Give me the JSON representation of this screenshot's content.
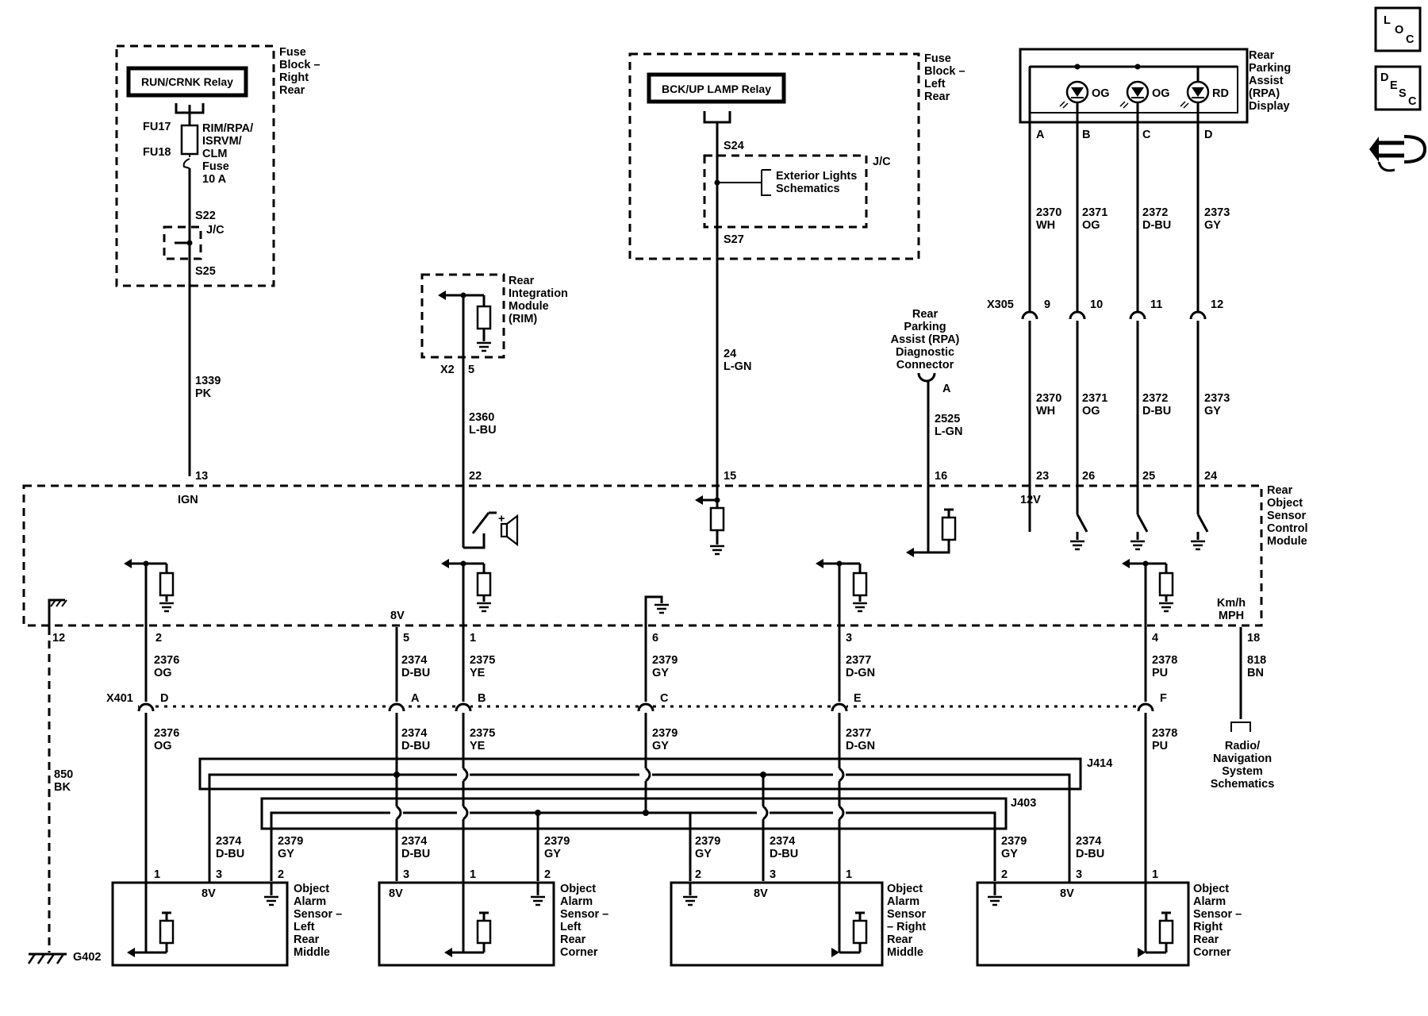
{
  "relays": {
    "run_crnk": "RUN/CRNK Relay",
    "bck_up": "BCK/UP LAMP Relay"
  },
  "fuse_block_right": [
    "Fuse",
    "Block –",
    "Right",
    "Rear"
  ],
  "fuse_block_left": [
    "Fuse",
    "Block –",
    "Left",
    "Rear"
  ],
  "fuse": {
    "fu17": "FU17",
    "fu18": "FU18",
    "desc": [
      "RIM/RPA/",
      "ISRVM/",
      "CLM",
      "Fuse",
      "10 A"
    ]
  },
  "splices": {
    "s22": "S22",
    "s25": "S25",
    "s24": "S24",
    "s27": "S27",
    "jc": "J/C"
  },
  "exterior_lights": [
    "Exterior Lights",
    "Schematics"
  ],
  "rim": {
    "label": [
      "Rear",
      "Integration",
      "Module",
      "(RIM)"
    ],
    "connector": "X2",
    "pin": "5"
  },
  "rpa_display": {
    "label": [
      "Rear",
      "Parking",
      "Assist",
      "(RPA)",
      "Display"
    ],
    "leds": [
      "OG",
      "OG",
      "RD"
    ],
    "pins": [
      "A",
      "B",
      "C",
      "D"
    ]
  },
  "diag_connector": {
    "label": [
      "Rear",
      "Parking",
      "Assist (RPA)",
      "Diagnostic",
      "Connector"
    ],
    "pin": "A"
  },
  "x305": {
    "name": "X305",
    "pins": [
      "9",
      "10",
      "11",
      "12"
    ]
  },
  "wires": {
    "w1339": [
      "1339",
      "PK"
    ],
    "w2360": [
      "2360",
      "L-BU"
    ],
    "w24": [
      "24",
      "L-GN"
    ],
    "w2525": [
      "2525",
      "L-GN"
    ],
    "w2370": [
      "2370",
      "WH"
    ],
    "w2371": [
      "2371",
      "OG"
    ],
    "w2372": [
      "2372",
      "D-BU"
    ],
    "w2373": [
      "2373",
      "GY"
    ],
    "w2376": [
      "2376",
      "OG"
    ],
    "w2374": [
      "2374",
      "D-BU"
    ],
    "w2375": [
      "2375",
      "YE"
    ],
    "w2379": [
      "2379",
      "GY"
    ],
    "w2377": [
      "2377",
      "D-GN"
    ],
    "w2378": [
      "2378",
      "PU"
    ],
    "w818": [
      "818",
      "BN"
    ],
    "w850": [
      "850",
      "BK"
    ]
  },
  "module": {
    "label": [
      "Rear",
      "Object",
      "Sensor",
      "Control",
      "Module"
    ],
    "top_pins": [
      "13",
      "22",
      "15",
      "16",
      "23",
      "26",
      "25",
      "24"
    ],
    "ign": "IGN",
    "v12": "12V",
    "bottom_pins": [
      "12",
      "2",
      "5",
      "1",
      "6",
      "3",
      "4",
      "18"
    ],
    "v8": "8V",
    "speed": [
      "Km/h",
      "MPH"
    ]
  },
  "x401": {
    "name": "X401",
    "pins": [
      "D",
      "A",
      "B",
      "C",
      "E",
      "F"
    ]
  },
  "radio": [
    "Radio/",
    "Navigation",
    "System",
    "Schematics"
  ],
  "splice_packs": {
    "j414": "J414",
    "j403": "J403"
  },
  "ground": "G402",
  "sensors": {
    "v8": "8V",
    "pin1": "1",
    "pin2": "2",
    "pin3": "3",
    "left_middle": [
      "Object",
      "Alarm",
      "Sensor –",
      "Left",
      "Rear",
      "Middle"
    ],
    "left_corner": [
      "Object",
      "Alarm",
      "Sensor –",
      "Left",
      "Rear",
      "Corner"
    ],
    "right_middle": [
      "Object",
      "Alarm",
      "Sensor",
      "– Right",
      "Rear",
      "Middle"
    ],
    "right_corner": [
      "Object",
      "Alarm",
      "Sensor –",
      "Right",
      "Rear",
      "Corner"
    ]
  },
  "nav_icons": {
    "loc": [
      "L",
      "O",
      "C"
    ],
    "desc": [
      "D",
      "E",
      "S",
      "C"
    ]
  }
}
